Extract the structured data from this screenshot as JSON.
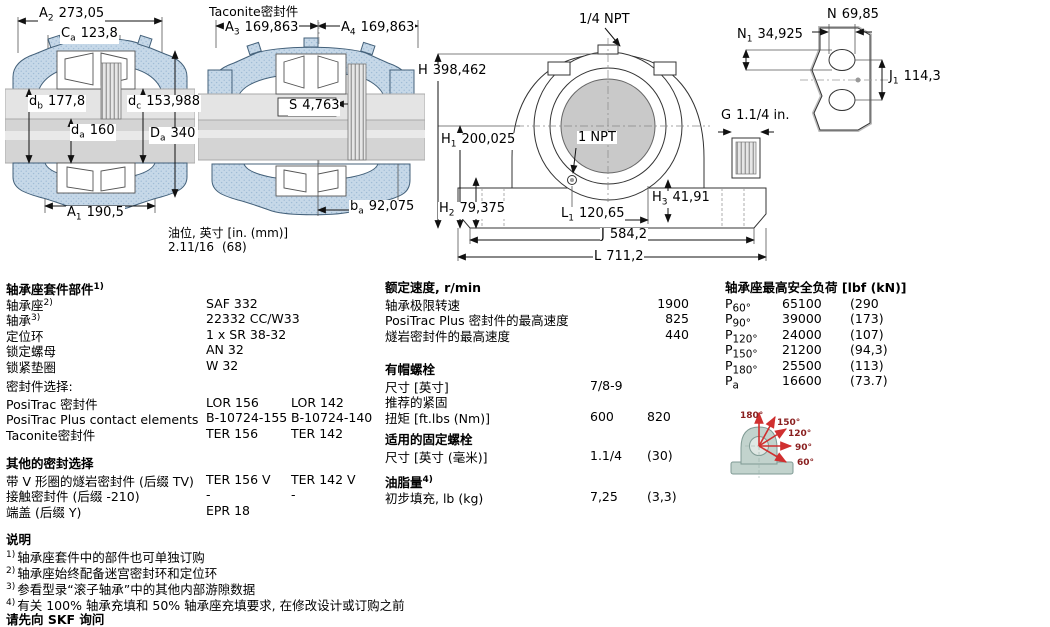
{
  "drawing1": {
    "dims": [
      {
        "sym": "A",
        "sub": "2",
        "value": "273,05"
      },
      {
        "sym": "C",
        "sub": "a",
        "value": "123,8"
      },
      {
        "sym": "d",
        "sub": "b",
        "value": "177,8"
      },
      {
        "sym": "d",
        "sub": "c",
        "value": "153,988"
      },
      {
        "sym": "d",
        "sub": "a",
        "value": "160"
      },
      {
        "sym": "D",
        "sub": "a",
        "value": "340"
      },
      {
        "sym": "A",
        "sub": "1",
        "value": "190,5"
      }
    ]
  },
  "drawing2": {
    "title": "Taconite密封件",
    "dims": [
      {
        "sym": "A",
        "sub": "3",
        "value": "169,863"
      },
      {
        "sym": "A",
        "sub": "4",
        "value": "169,863"
      },
      {
        "sym": "S",
        "sub": "",
        "value": "4,763"
      },
      {
        "sym": "b",
        "sub": "a",
        "value": "92,075"
      }
    ],
    "oil_label": "油位, 英寸 [in. (mm)]",
    "oil_value_in": "2.11/16",
    "oil_value_mm": "(68)"
  },
  "drawing3": {
    "dims": [
      {
        "sym": "",
        "sub": "",
        "value": "1/4 NPT"
      },
      {
        "sym": "H",
        "sub": "",
        "value": "398,462"
      },
      {
        "sym": "H",
        "sub": "1",
        "value": "200,025"
      },
      {
        "sym": "",
        "sub": "",
        "value": "1 NPT"
      },
      {
        "sym": "G",
        "sub": "",
        "value": "1.1/4 in."
      },
      {
        "sym": "H",
        "sub": "2",
        "value": "79,375"
      },
      {
        "sym": "H",
        "sub": "3",
        "value": "41,91"
      },
      {
        "sym": "L",
        "sub": "1",
        "value": "120,65"
      },
      {
        "sym": "J",
        "sub": "",
        "value": "584,2"
      },
      {
        "sym": "L",
        "sub": "",
        "value": "711,2"
      }
    ]
  },
  "drawing4": {
    "dims": [
      {
        "sym": "N",
        "sub": "",
        "value": "69,85"
      },
      {
        "sym": "N",
        "sub": "1",
        "value": "34,925"
      },
      {
        "sym": "J",
        "sub": "1",
        "value": "114,3"
      }
    ]
  },
  "angle_diagram": {
    "labels": [
      "180°",
      "150°",
      "120°",
      "90°",
      "60°"
    ],
    "arrow_color": "#d03030"
  },
  "tables": {
    "components": {
      "title": "轴承座套件部件",
      "title_sup": "1)",
      "rows": [
        {
          "label": "轴承座",
          "sup": "2)",
          "v1": "SAF 332"
        },
        {
          "label": "轴承",
          "sup": "3)",
          "v1": "22332 CC/W33"
        },
        {
          "label": "定位环",
          "v1": "1 x SR 38-32"
        },
        {
          "label": "锁定螺母",
          "v1": "AN 32"
        },
        {
          "label": "锁紧垫圈",
          "v1": "W 32"
        }
      ]
    },
    "seal_selection": {
      "title": "密封件选择:",
      "rows": [
        {
          "label": "PosiTrac 密封件",
          "v1": "LOR 156",
          "v2": "LOR 142"
        },
        {
          "label": "PosiTrac Plus contact elements",
          "v1": "B-10724-155",
          "v2": "B-10724-140"
        },
        {
          "label": "Taconite密封件",
          "v1": "TER 156",
          "v2": "TER 142"
        }
      ]
    },
    "other_seals": {
      "title": "其他的密封选择",
      "rows": [
        {
          "label": "带 V 形圈的燧岩密封件 (后缀 TV)",
          "v1": "TER 156 V",
          "v2": "TER 142 V"
        },
        {
          "label": "接触密封件 (后缀 -210)",
          "v1": "-",
          "v2": "-"
        },
        {
          "label": "端盖 (后缀 Y)",
          "v1": "EPR 18"
        }
      ]
    },
    "speeds": {
      "title": "额定速度, r/min",
      "rows": [
        {
          "label": "轴承极限转速",
          "v1": "1900"
        },
        {
          "label": "PosiTrac Plus 密封件的最高速度",
          "v1": "825"
        },
        {
          "label": "燧岩密封件的最高速度",
          "v1": "440"
        }
      ]
    },
    "cap_bolts": {
      "title": "有帽螺栓",
      "rows": [
        {
          "label": "尺寸 [英寸]",
          "v1": "7/8-9"
        },
        {
          "label": "推荐的紧固"
        },
        {
          "label": "扭矩 [ft.lbs (Nm)]",
          "v1": "600",
          "v2": "820"
        }
      ]
    },
    "attachment_bolts": {
      "title": "适用的固定螺栓",
      "rows": [
        {
          "label": "尺寸 [英寸 (毫米)]",
          "v1": "1.1/4",
          "v2": "(30)"
        }
      ]
    },
    "grease": {
      "title": "油脂量",
      "title_sup": "4)",
      "rows": [
        {
          "label": "初步填充, lb (kg)",
          "v1": "7,25",
          "v2": "(3,3)"
        }
      ]
    },
    "loads": {
      "title": "轴承座最高安全负荷 [lbf (kN)]",
      "rows": [
        {
          "sym": "P",
          "sub": "60°",
          "v1": "65100",
          "v2": "(290"
        },
        {
          "sym": "P",
          "sub": "90°",
          "v1": "39000",
          "v2": "(173)"
        },
        {
          "sym": "P",
          "sub": "120°",
          "v1": "24000",
          "v2": "(107)"
        },
        {
          "sym": "P",
          "sub": "150°",
          "v1": "21200",
          "v2": "(94,3)"
        },
        {
          "sym": "P",
          "sub": "180°",
          "v1": "25500",
          "v2": "(113)"
        },
        {
          "sym": "P",
          "sub": "a",
          "v1": "16600",
          "v2": "(73.7)"
        }
      ]
    }
  },
  "notes": {
    "title": "说明",
    "items": [
      {
        "sup": "1)",
        "text": "轴承座套件中的部件也可单独订购"
      },
      {
        "sup": "2)",
        "text": "轴承座始终配备迷宫密封环和定位环"
      },
      {
        "sup": "3)",
        "text": "参看型录“滚子轴承”中的其他内部游隙数据"
      },
      {
        "sup": "4)",
        "text": "有关 100% 轴承充填和 50% 轴承座充填要求,  在修改设计或订购之前"
      }
    ],
    "footer": "请先向 SKF 询问"
  }
}
